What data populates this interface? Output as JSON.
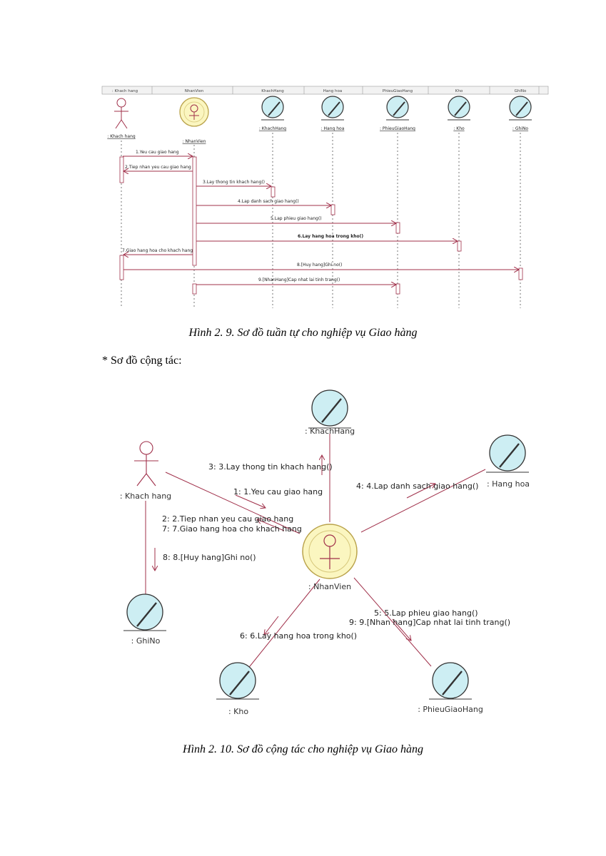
{
  "sequence": {
    "header_labels": [
      ": Khach hang",
      "NhanVien",
      "KhachHang",
      "Hang hoa",
      "PhieuGiaoHang",
      "Kho",
      "GhiNo"
    ],
    "lifelines": [
      {
        "label": ": Khach hang",
        "kind": "actor"
      },
      {
        "label": ": NhanVien",
        "kind": "control"
      },
      {
        "label": ": KhachHang",
        "kind": "entity"
      },
      {
        "label": ": Hang hoa",
        "kind": "entity"
      },
      {
        "label": ": PhieuGiaoHang",
        "kind": "entity"
      },
      {
        "label": ": Kho",
        "kind": "entity"
      },
      {
        "label": ": GhiNo",
        "kind": "entity"
      }
    ],
    "messages": [
      {
        "text": "1.Yeu cau giao hang",
        "from": 0,
        "to": 1
      },
      {
        "text": "2.Tiep nhan yeu cau giao hang",
        "from": 1,
        "to": 0
      },
      {
        "text": "3.Lay thong tin khach hang()",
        "from": 1,
        "to": 2
      },
      {
        "text": "4.Lap danh sach giao hang()",
        "from": 1,
        "to": 3
      },
      {
        "text": "5.Lap phieu giao hang()",
        "from": 1,
        "to": 4
      },
      {
        "text": "6.Lay hang hoa trong kho()",
        "from": 1,
        "to": 5
      },
      {
        "text": "7.Giao hang hoa cho khach hang",
        "from": 1,
        "to": 0
      },
      {
        "text": "8.[Huy hang]Ghi no()",
        "from": 0,
        "to": 6
      },
      {
        "text": "9.[NhanHang]Cap nhat lai tinh trang()",
        "from": 1,
        "to": 4
      }
    ]
  },
  "caption1": "Hình 2. 9. Sơ đồ tuần tự cho nghiệp vụ Giao hàng",
  "section_heading": "* Sơ đồ cộng tác:",
  "collab": {
    "objects": {
      "khachhang_actor": ": Khach hang",
      "nhanvien": ": NhanVien",
      "khachhang": ": KhachHang",
      "hanghoa": ": Hang hoa",
      "ghino": ": GhiNo",
      "kho": ": Kho",
      "phieu": ": PhieuGiaoHang"
    },
    "messages": {
      "m3": "3: 3.Lay thong tin khach hang()",
      "m1": "1: 1.Yeu cau giao hang",
      "m4": "4: 4.Lap danh sach giao hang()",
      "m2": "2: 2.Tiep nhan yeu cau giao hang",
      "m7": "7: 7.Giao hang hoa cho khach hang",
      "m8": "8: 8.[Huy hang]Ghi no()",
      "m5": "5: 5.Lap phieu giao hang()",
      "m9": "9: 9.[Nhan hang]Cap nhat lai tinh trang()",
      "m6": "6: 6.Lay hang hoa trong kho()"
    }
  },
  "caption2": "Hình 2. 10. Sơ đồ cộng tác cho nghiệp vụ Giao hàng",
  "colors": {
    "line": "#a0304a",
    "entity_fill": "#cdeef3",
    "control_fill": "#fbf6c0",
    "stroke": "#333333"
  }
}
